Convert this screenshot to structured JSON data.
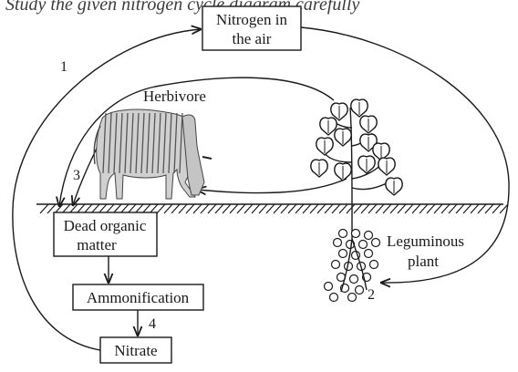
{
  "header_fragment": "Study the given nitrogen cycle diagram carefully",
  "boxes": {
    "nitrogen_air": [
      "Nitrogen in",
      "the air"
    ],
    "dead_organic": [
      "Dead organic",
      "matter"
    ],
    "ammonification": "Ammonification",
    "nitrate": "Nitrate"
  },
  "labels": {
    "herbivore": "Herbivore",
    "leguminous": [
      "Leguminous",
      "plant"
    ]
  },
  "step_numbers": {
    "n1": "1",
    "n2": "2",
    "n3": "3",
    "n4": "4"
  }
}
